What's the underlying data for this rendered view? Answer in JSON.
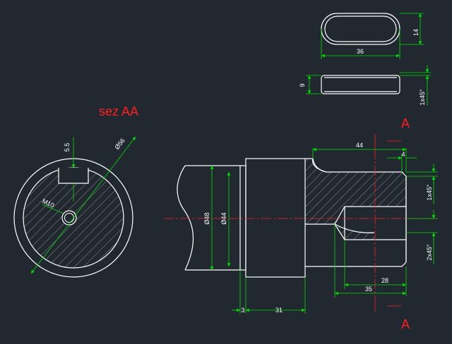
{
  "section_title": "sez AA",
  "section_mark_top": "A",
  "section_mark_bottom": "A",
  "dims": {
    "key_length": "36",
    "key_width": "14",
    "key_height": "9",
    "key_chamfer": "1x45°",
    "outer_diameter": "Ø56",
    "thread": "M10",
    "keyway_depth": "5.5",
    "dia_48": "Ø48",
    "dia_44": "Ø44",
    "len_44": "44",
    "len_4": "4",
    "chamfer_1": "1x45°",
    "chamfer_2": "2x45°",
    "len_28": "28",
    "len_35": "35",
    "len_3": "3",
    "len_31": "31"
  },
  "colors": {
    "background": "#212830",
    "outline": "#ffffff",
    "dimension": "#00e000",
    "center_line": "#ff2020",
    "hatch": "#9a9a9a"
  }
}
